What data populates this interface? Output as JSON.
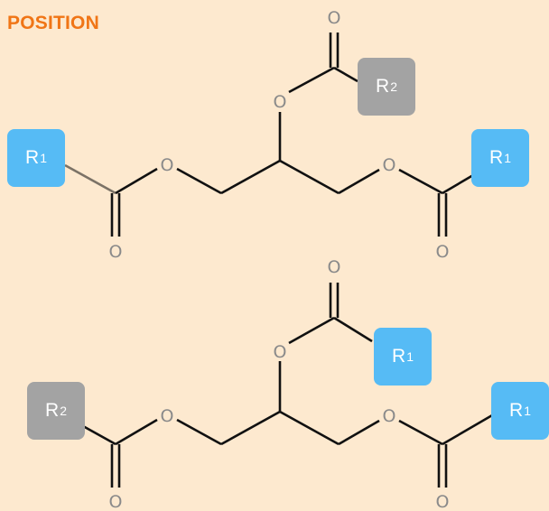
{
  "title": "POSITION",
  "atoms": {
    "oxygen": "O"
  },
  "colors": {
    "title": "#f07516",
    "r1": "#56bbf5",
    "r2": "#a3a3a3",
    "background": "#fde9cf"
  },
  "molecules": [
    {
      "name": "top",
      "groups": {
        "left": {
          "letter": "R",
          "sub": "1"
        },
        "middle": {
          "letter": "R",
          "sub": "2"
        },
        "right": {
          "letter": "R",
          "sub": "1"
        }
      }
    },
    {
      "name": "bottom",
      "groups": {
        "left": {
          "letter": "R",
          "sub": "2"
        },
        "middle": {
          "letter": "R",
          "sub": "1"
        },
        "right": {
          "letter": "R",
          "sub": "1"
        }
      }
    }
  ]
}
